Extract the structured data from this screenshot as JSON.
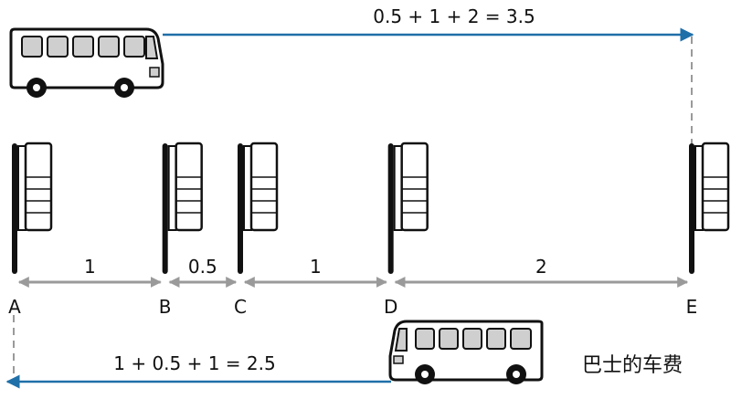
{
  "stops": [
    {
      "label": "A",
      "pos": 0
    },
    {
      "label": "B",
      "pos": 1
    },
    {
      "label": "C",
      "pos": 1.5
    },
    {
      "label": "D",
      "pos": 2.5
    },
    {
      "label": "E",
      "pos": 4.5
    }
  ],
  "segments": [
    {
      "from": "A",
      "to": "B",
      "distance": "1"
    },
    {
      "from": "B",
      "to": "C",
      "distance": "0.5"
    },
    {
      "from": "C",
      "to": "D",
      "distance": "1"
    },
    {
      "from": "D",
      "to": "E",
      "distance": "2"
    }
  ],
  "top_trip": {
    "expression": "0.5 + 1 + 2 = 3.5"
  },
  "bottom_trip": {
    "expression": "1 + 0.5 + 1 = 2.5"
  },
  "caption": "巴士的车费",
  "colors": {
    "arrow": "#1f6fa8",
    "measure": "#9a9a9a",
    "pole": "#111111"
  }
}
